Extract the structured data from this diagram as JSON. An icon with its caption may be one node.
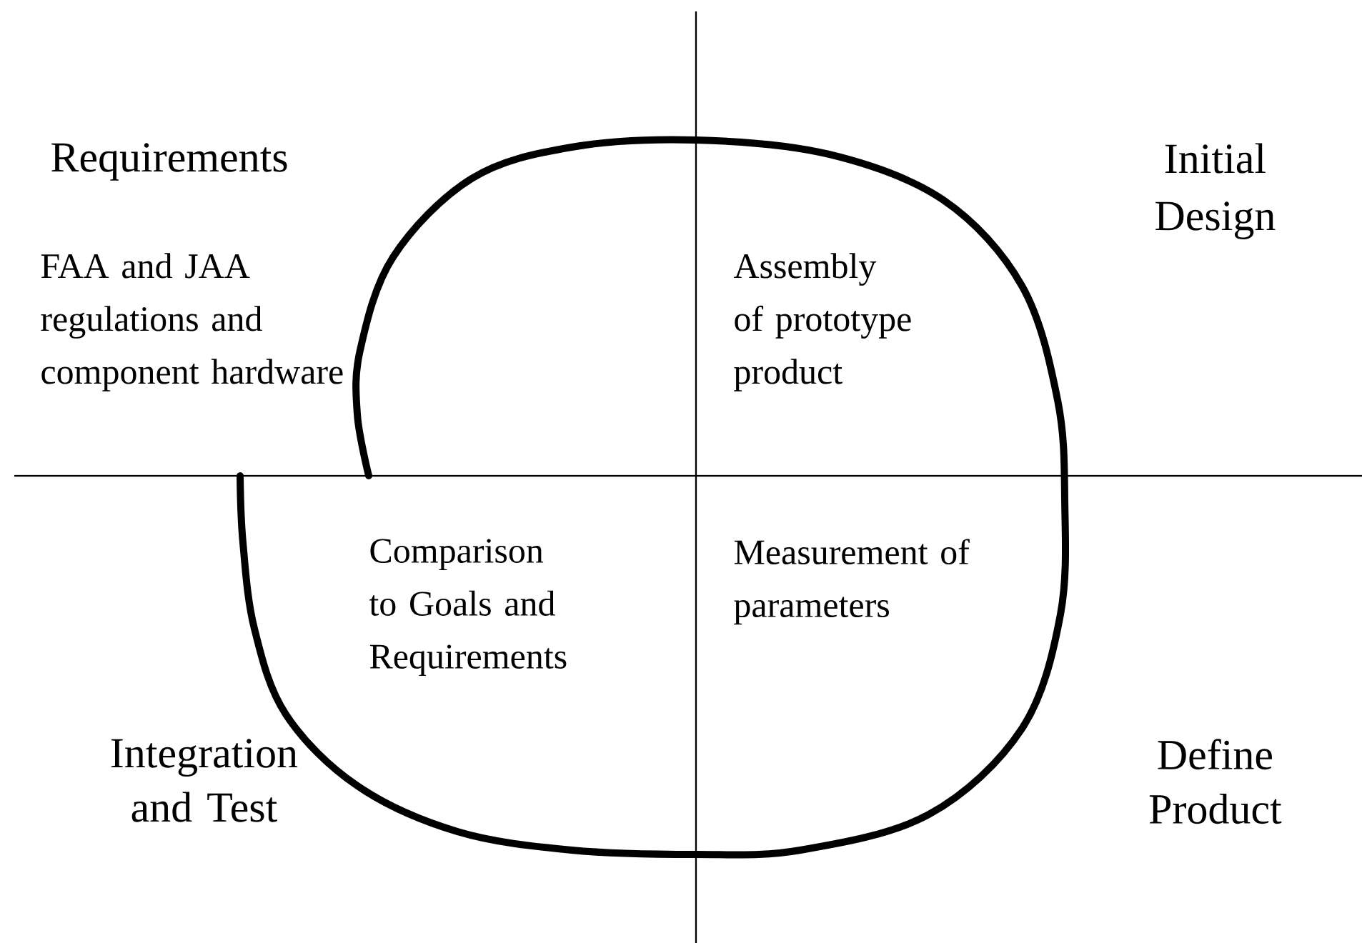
{
  "diagram": {
    "labels": [
      "Requirements",
      "Initial Design",
      "FAA and JAA regulations and component hardware",
      "Assembly of prototype product",
      "Comparison to Goals and Requirements",
      "Measurement of parameters",
      "Integration and Test",
      "Define Product"
    ]
  }
}
